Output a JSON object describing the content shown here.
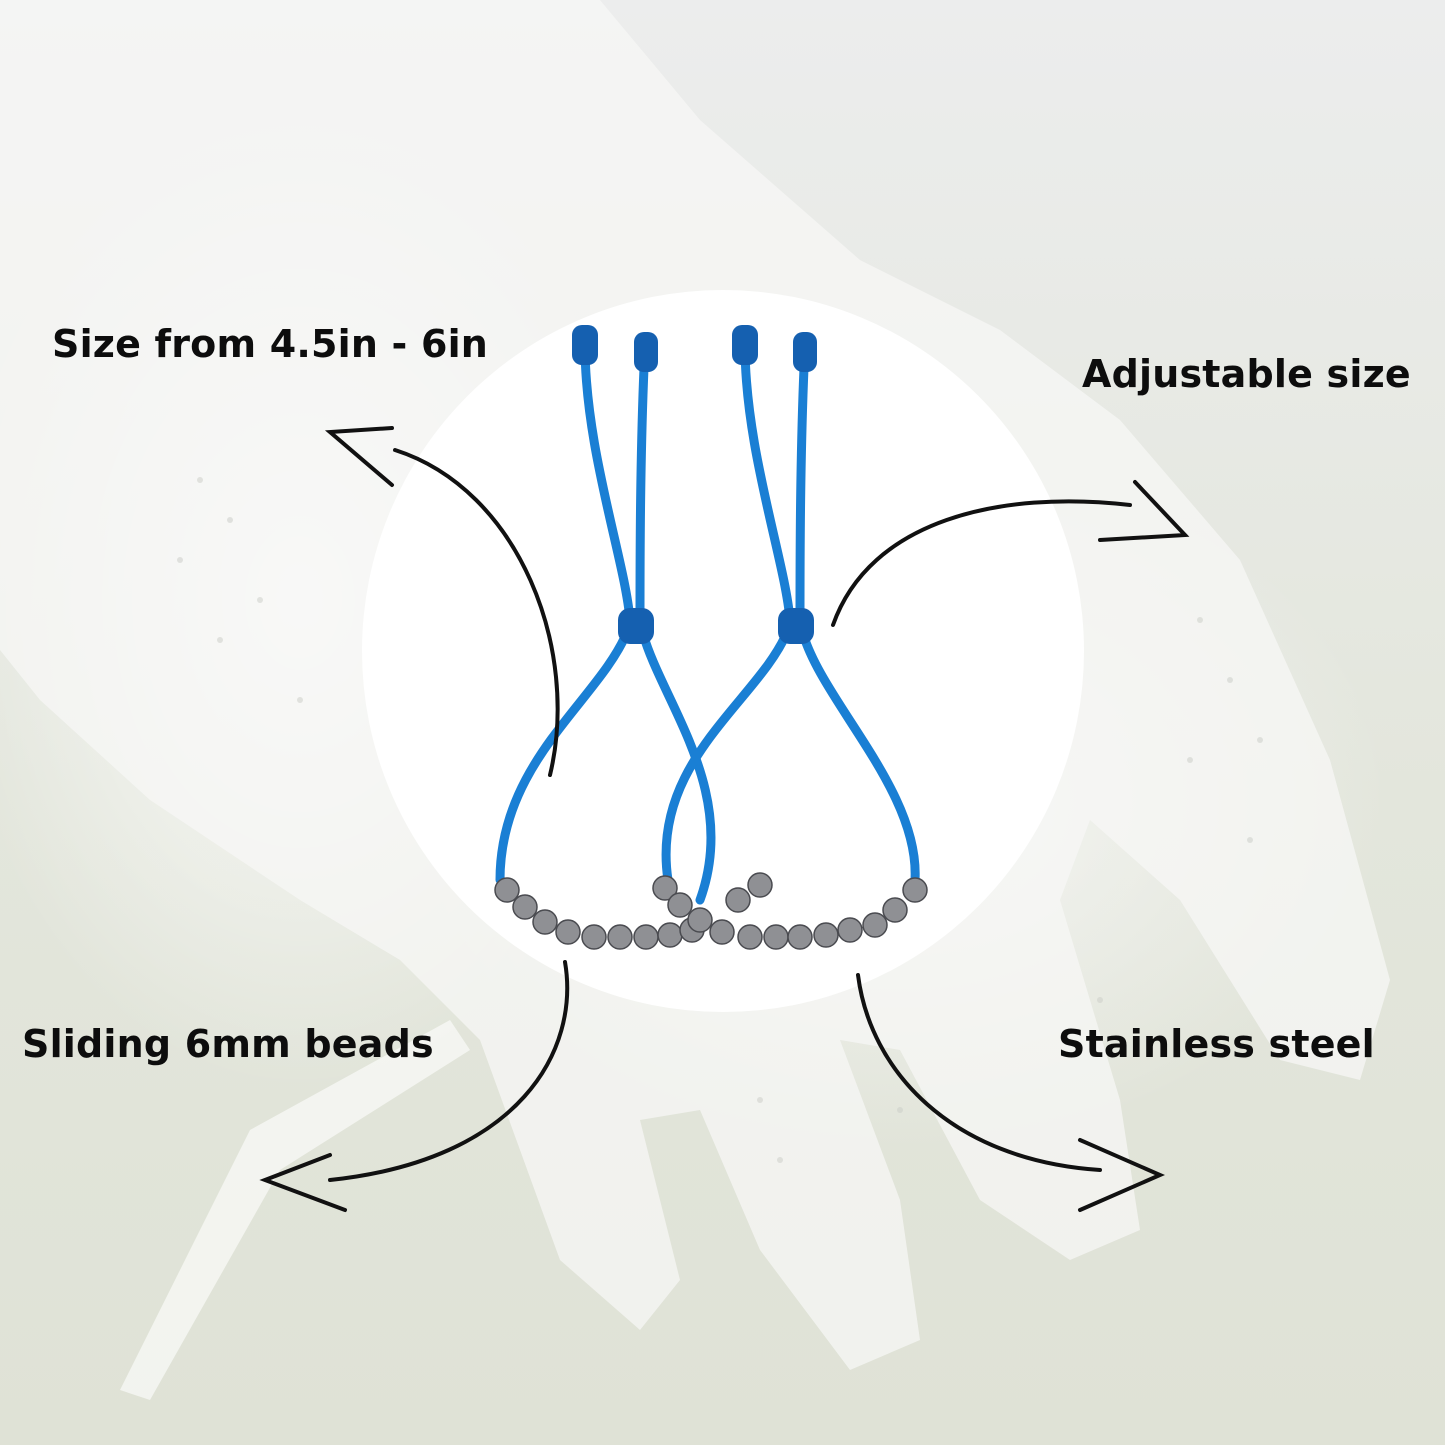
{
  "callouts": {
    "size_range": "Size from 4.5in - 6in",
    "adjustable": "Adjustable size",
    "beads": "Sliding 6mm beads",
    "material": "Stainless steel"
  },
  "product": {
    "name": "bracelet-pair",
    "cord_color": "#1a7fd4",
    "bead_color": "#8a8a8e",
    "count": 2
  },
  "colors": {
    "text": "#0d0d0d",
    "arrows": "#111111",
    "circle_bg": "#ffffff"
  }
}
